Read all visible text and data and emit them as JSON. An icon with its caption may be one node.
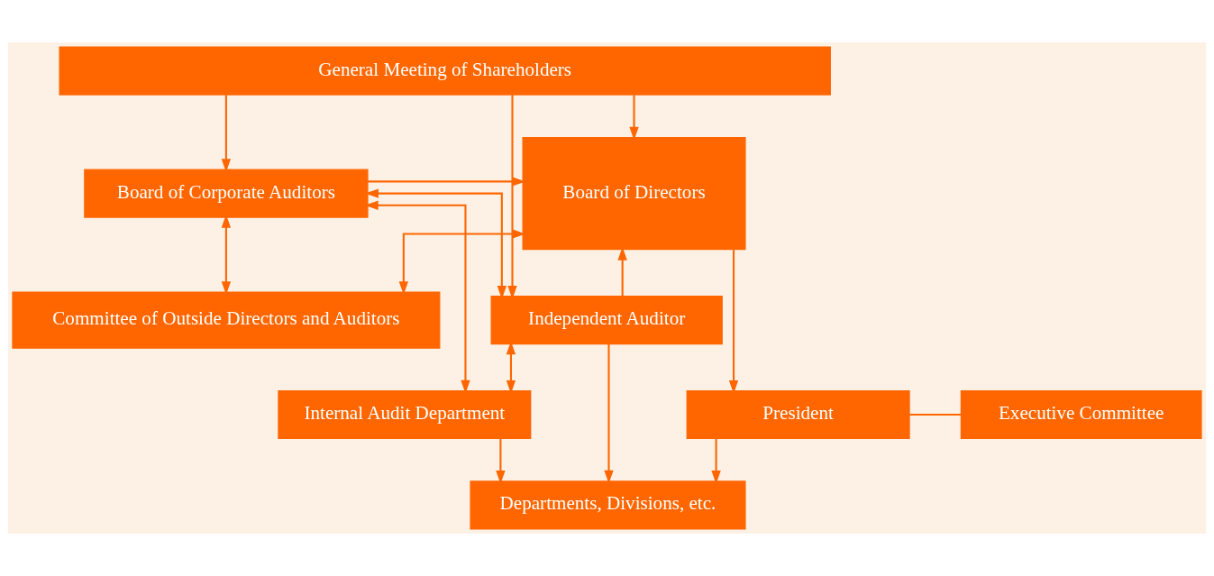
{
  "diagram": {
    "nodes": [
      {
        "text": [
          "General Meeting of Shareholders"
        ]
      },
      {
        "text": [
          "Board of Directors"
        ]
      },
      {
        "text": [
          "Board of Corporate Auditors"
        ]
      },
      {
        "text": [
          "Independent Auditor"
        ]
      },
      {
        "text": [
          "Committee of Outside Directors and Auditors"
        ]
      },
      {
        "text": [
          "President"
        ]
      },
      {
        "text": [
          "Executive Committee"
        ]
      },
      {
        "text": [
          "Internal Audit Department"
        ]
      },
      {
        "text": [
          "Departments, Divisions, etc."
        ]
      }
    ],
    "edges": [
      {
        "from": 0,
        "to": 1,
        "arrow": "to"
      },
      {
        "from": 0,
        "to": 2,
        "arrow": "to"
      },
      {
        "from": 0,
        "to": 3,
        "arrow": "to"
      },
      {
        "from": 2,
        "to": 1,
        "arrow": "to"
      },
      {
        "from": 2,
        "to": 3,
        "arrow": "both"
      },
      {
        "from": 3,
        "to": 1,
        "arrow": "to"
      },
      {
        "from": 2,
        "to": 4,
        "arrow": "both"
      },
      {
        "from": 1,
        "to": 4,
        "arrow": "both"
      },
      {
        "from": 1,
        "to": 5,
        "arrow": "to"
      },
      {
        "from": 5,
        "to": 6,
        "arrow": "none"
      },
      {
        "from": 2,
        "to": 7,
        "arrow": "both"
      },
      {
        "from": 3,
        "to": 7,
        "arrow": "both"
      },
      {
        "from": 5,
        "to": 8,
        "arrow": "to"
      },
      {
        "from": 7,
        "to": 8,
        "arrow": "to"
      },
      {
        "from": 3,
        "to": 8,
        "arrow": "to"
      }
    ]
  }
}
